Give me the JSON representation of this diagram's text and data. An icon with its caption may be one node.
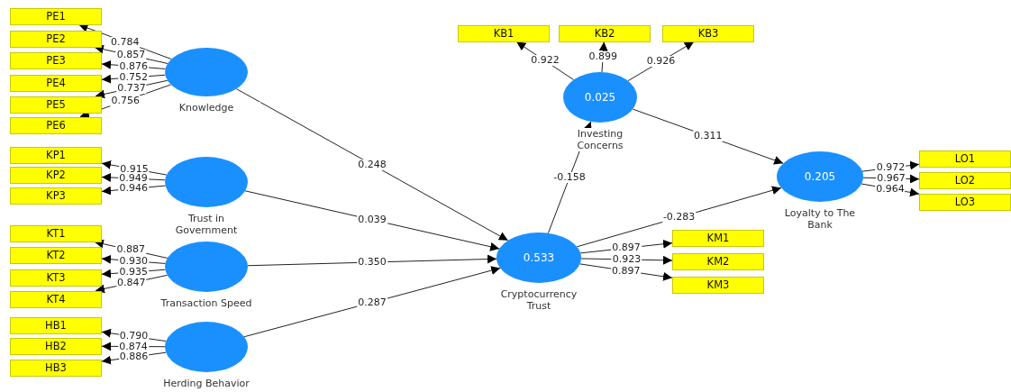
{
  "diagram": {
    "nodes": [
      {
        "text": [
          "PE1"
        ]
      },
      {
        "text": [
          "PE2"
        ]
      },
      {
        "text": [
          "PE3"
        ]
      },
      {
        "text": [
          "PE4"
        ]
      },
      {
        "text": [
          "PE5"
        ]
      },
      {
        "text": [
          "PE6"
        ]
      },
      {
        "text": [
          "Knowledge"
        ]
      },
      {
        "text": [
          "KP1"
        ]
      },
      {
        "text": [
          "KP2"
        ]
      },
      {
        "text": [
          "KP3"
        ]
      },
      {
        "text": [
          "Trust in Government"
        ]
      },
      {
        "text": [
          "KT1"
        ]
      },
      {
        "text": [
          "KT2"
        ]
      },
      {
        "text": [
          "KT3"
        ]
      },
      {
        "text": [
          "KT4"
        ]
      },
      {
        "text": [
          "Transaction Speed"
        ]
      },
      {
        "text": [
          "HB1"
        ]
      },
      {
        "text": [
          "HB2"
        ]
      },
      {
        "text": [
          "HB3"
        ]
      },
      {
        "text": [
          "Herding Behavior"
        ]
      },
      {
        "text": [
          "KB1"
        ]
      },
      {
        "text": [
          "KB2"
        ]
      },
      {
        "text": [
          "KB3"
        ]
      },
      {
        "text": [
          "0.025",
          "Investing Concerns"
        ]
      },
      {
        "text": [
          "0.533",
          "Cryptocurrency Trust"
        ]
      },
      {
        "text": [
          "KM1"
        ]
      },
      {
        "text": [
          "KM2"
        ]
      },
      {
        "text": [
          "KM3"
        ]
      },
      {
        "text": [
          "0.205",
          "Loyalty to The Bank"
        ]
      },
      {
        "text": [
          "LO1"
        ]
      },
      {
        "text": [
          "LO2"
        ]
      },
      {
        "text": [
          "LO3"
        ]
      }
    ],
    "edges": [
      {
        "from": 6,
        "to": 0,
        "arrow": "to",
        "label": "0.784"
      },
      {
        "from": 6,
        "to": 1,
        "arrow": "to",
        "label": "0.857"
      },
      {
        "from": 6,
        "to": 2,
        "arrow": "to",
        "label": "0.876"
      },
      {
        "from": 6,
        "to": 3,
        "arrow": "to",
        "label": "0.752"
      },
      {
        "from": 6,
        "to": 4,
        "arrow": "to",
        "label": "0.737"
      },
      {
        "from": 6,
        "to": 5,
        "arrow": "to",
        "label": "0.756"
      },
      {
        "from": 10,
        "to": 7,
        "arrow": "to",
        "label": "0.915"
      },
      {
        "from": 10,
        "to": 8,
        "arrow": "to",
        "label": "0.949"
      },
      {
        "from": 10,
        "to": 9,
        "arrow": "to",
        "label": "0.946"
      },
      {
        "from": 15,
        "to": 11,
        "arrow": "to",
        "label": "0.887"
      },
      {
        "from": 15,
        "to": 12,
        "arrow": "to",
        "label": "0.930"
      },
      {
        "from": 15,
        "to": 13,
        "arrow": "to",
        "label": "0.935"
      },
      {
        "from": 15,
        "to": 14,
        "arrow": "to",
        "label": "0.847"
      },
      {
        "from": 19,
        "to": 16,
        "arrow": "to",
        "label": "0.790"
      },
      {
        "from": 19,
        "to": 17,
        "arrow": "to",
        "label": "0.874"
      },
      {
        "from": 19,
        "to": 18,
        "arrow": "to",
        "label": "0.886"
      },
      {
        "from": 23,
        "to": 20,
        "arrow": "to",
        "label": "0.922"
      },
      {
        "from": 23,
        "to": 21,
        "arrow": "to",
        "label": "0.899"
      },
      {
        "from": 23,
        "to": 22,
        "arrow": "to",
        "label": "0.926"
      },
      {
        "from": 6,
        "to": 24,
        "arrow": "to",
        "label": "0.248"
      },
      {
        "from": 10,
        "to": 24,
        "arrow": "to",
        "label": "0.039"
      },
      {
        "from": 15,
        "to": 24,
        "arrow": "to",
        "label": "0.350"
      },
      {
        "from": 19,
        "to": 24,
        "arrow": "to",
        "label": "0.287"
      },
      {
        "from": 24,
        "to": 23,
        "arrow": "to",
        "label": "-0.158"
      },
      {
        "from": 23,
        "to": 28,
        "arrow": "to",
        "label": "0.311"
      },
      {
        "from": 24,
        "to": 28,
        "arrow": "to",
        "label": "-0.283"
      },
      {
        "from": 24,
        "to": 25,
        "arrow": "to",
        "label": "0.897"
      },
      {
        "from": 24,
        "to": 26,
        "arrow": "to",
        "label": "0.923"
      },
      {
        "from": 24,
        "to": 27,
        "arrow": "to",
        "label": "0.897"
      },
      {
        "from": 28,
        "to": 29,
        "arrow": "to",
        "label": "0.972"
      },
      {
        "from": 28,
        "to": 30,
        "arrow": "to",
        "label": "0.967"
      },
      {
        "from": 28,
        "to": 31,
        "arrow": "to",
        "label": "0.964"
      }
    ]
  }
}
